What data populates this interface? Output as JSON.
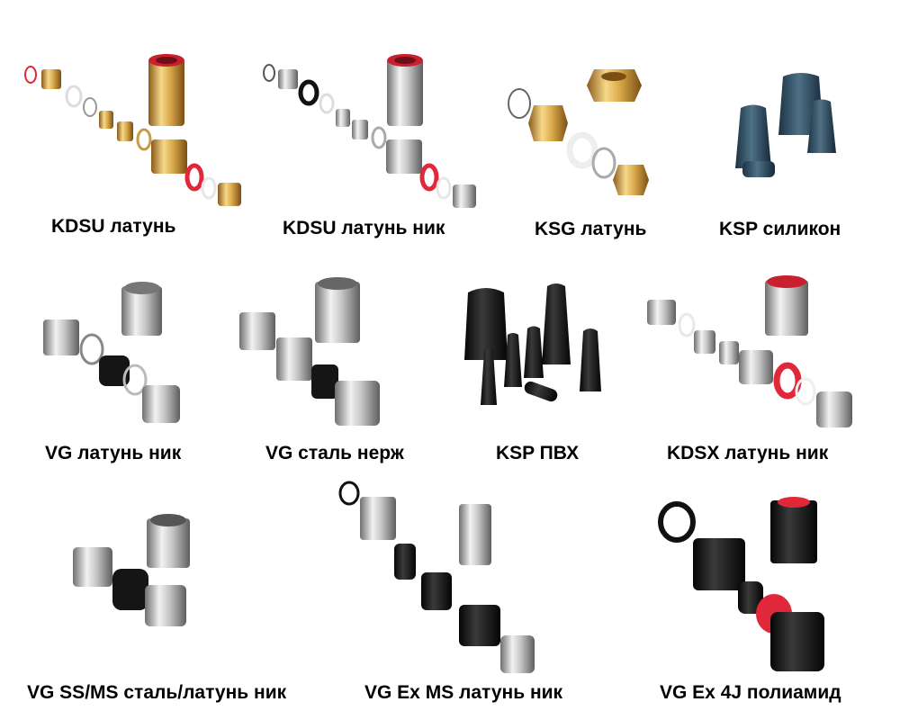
{
  "catalog": {
    "items": [
      {
        "label": "KDSU латунь"
      },
      {
        "label": "KDSU латунь ник"
      },
      {
        "label": "KSG латунь"
      },
      {
        "label": "KSP силикон"
      },
      {
        "label": "VG латунь ник"
      },
      {
        "label": "VG сталь нерж"
      },
      {
        "label": "KSP ПВХ"
      },
      {
        "label": "KDSX латунь ник"
      },
      {
        "label": "VG SS/MS сталь/латунь ник"
      },
      {
        "label": "VG Ex MS латунь ник"
      },
      {
        "label": "VG Ex 4J полиамид"
      }
    ]
  },
  "colors": {
    "brass": "#d9a94a",
    "nickel": "#c7c7c7",
    "seal_red": "#e0283a",
    "silicone_blue": "#2c4a5e",
    "pvc_black": "#111111",
    "polyamide_black": "#1b1b1b"
  }
}
